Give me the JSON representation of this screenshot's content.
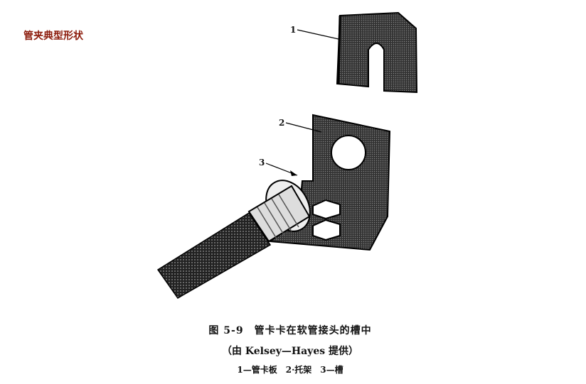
{
  "title": "管夹典型形状",
  "colors": {
    "title": "#8b1a0a"
  },
  "figure": {
    "labels": [
      "1",
      "2",
      "3"
    ],
    "caption": "图 5-9　管卡卡在软管接头的槽中",
    "source": "（由 Kelsey—Hayes 提供）",
    "legend": "1—管卡板　2·托架　3—槽"
  }
}
